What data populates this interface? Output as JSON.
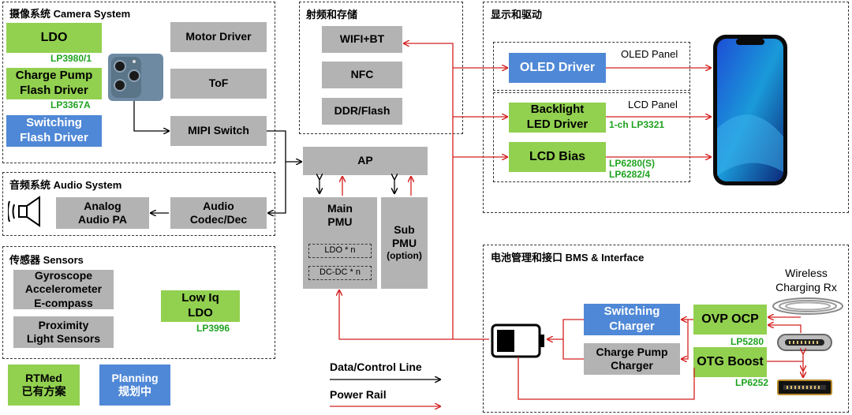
{
  "camera": {
    "title": "摄像系统  Camera System",
    "ldo": "LDO",
    "ldo_pn": "LP3980/1",
    "charge_pump": "Charge Pump\nFlash Driver",
    "charge_pump_pn": "LP3367A",
    "switching_flash": "Switching\nFlash Driver",
    "motor_driver": "Motor Driver",
    "tof": "ToF",
    "mipi_switch": "MIPI Switch"
  },
  "audio": {
    "title": "音频系统  Audio System",
    "analog_pa": "Analog\nAudio PA",
    "codec": "Audio\nCodec/Dec"
  },
  "sensors": {
    "title": "传感器 Sensors",
    "gyro": "Gyroscope\nAccelerometer\nE-compass",
    "proximity": "Proximity\nLight Sensors",
    "low_iq": "Low Iq\nLDO",
    "low_iq_pn": "LP3996"
  },
  "rf_storage": {
    "title": "射频和存储",
    "wifi": "WIFI+BT",
    "nfc": "NFC",
    "ddr": "DDR/Flash"
  },
  "core": {
    "ap": "AP",
    "main_pmu": "Main\nPMU",
    "ldo_n": "LDO * n",
    "dcdc_n": "DC-DC * n",
    "sub_pmu": "Sub\nPMU",
    "sub_pmu_option": "(option)"
  },
  "display": {
    "title": "显示和驱动",
    "oled_panel": "OLED Panel",
    "oled_driver": "OLED Driver",
    "lcd_panel": "LCD Panel",
    "backlight": "Backlight\nLED Driver",
    "backlight_pn": "1-ch LP3321",
    "lcd_bias": "LCD Bias",
    "lcd_bias_pn": "LP6280(S)\nLP6282/4"
  },
  "bms": {
    "title": "电池管理和接口  BMS & Interface",
    "wireless": "Wireless\nCharging Rx",
    "switching_charger": "Switching\nCharger",
    "charge_pump_charger": "Charge Pump\nCharger",
    "ovp_ocp": "OVP OCP",
    "ovp_pn": "LP5280",
    "otg_boost": "OTG Boost",
    "otg_pn": "LP6252"
  },
  "legend": {
    "rtmed": "RTMed\n已有方案",
    "planning": "Planning\n规划中",
    "data_line": "Data/Control Line",
    "power_rail": "Power Rail"
  },
  "colors": {
    "green_block": "#92d050",
    "blue_block": "#4f88d6",
    "grey_block": "#b3b3b3",
    "power_rail": "#d42020",
    "part_number": "#1fa31f"
  }
}
